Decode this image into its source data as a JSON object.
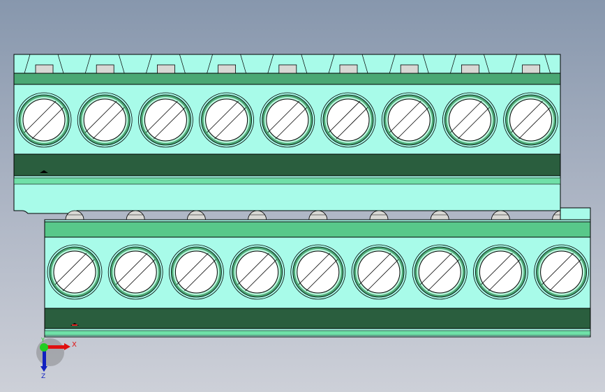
{
  "viewport": {
    "background_top": "#8797ad",
    "background_bottom": "#cdd0d8"
  },
  "model": {
    "upper_block": {
      "terminal_count": 9,
      "color_body": "#a8fbe9",
      "color_band": "#4aa874",
      "color_dark": "#2a5e3e"
    },
    "lower_block": {
      "terminal_count": 9,
      "color_body": "#a8fbe9",
      "color_band": "#58c88a",
      "color_dark": "#2a5e3e"
    }
  },
  "triad": {
    "x_label": "X",
    "y_label": "Y",
    "z_label": "Z",
    "x_color": "#e01010",
    "y_color": "#22cc22",
    "z_color": "#1020c0"
  }
}
